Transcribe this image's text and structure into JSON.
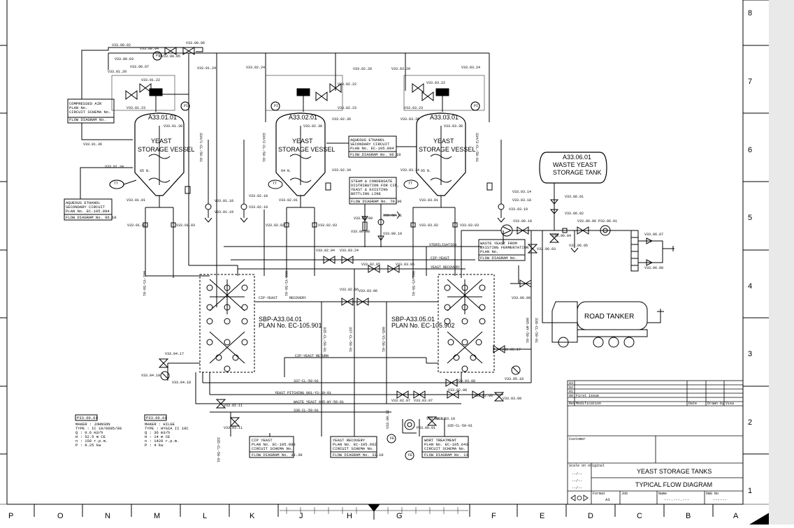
{
  "grid": {
    "rows": [
      "8",
      "7",
      "6",
      "5",
      "4",
      "3",
      "2",
      "1"
    ],
    "cols": [
      "P",
      "O",
      "N",
      "M",
      "L",
      "K",
      "J",
      "H",
      "G",
      "F",
      "E",
      "D",
      "C",
      "B",
      "A"
    ]
  },
  "vessels": [
    {
      "id": "A33.01.01",
      "name1": "YEAST",
      "name2": "STORAGE VESSEL",
      "temp": "65 N."
    },
    {
      "id": "A33.02.01",
      "name1": "YEAST",
      "name2": "STORAGE VESSEL",
      "temp": "64 N."
    },
    {
      "id": "A33.03.01",
      "name1": "YEAST",
      "name2": "STORAGE VESSEL",
      "temp": "65 N."
    }
  ],
  "waste_tank": {
    "id": "A33.06.01",
    "line1": "WASTE YEAST",
    "line2": "STORAGE TANK"
  },
  "road_tanker": {
    "label": "ROAD TANKER"
  },
  "boxes": {
    "compressed_air": [
      "COMPRESSED AIR",
      "PLAN No.",
      "CIRCUIT SCHEMA No.",
      "FLOW DIAGRAM No."
    ],
    "ethanol_left": [
      "AQUEOUS ETHANOL",
      "SECONDARY CIRCUIT",
      "PLAN No. EC-105.894",
      "FLOW DIAGRAM No. 96.10"
    ],
    "ethanol_center": [
      "AQUEOUS ETHANOL",
      "SECONDARY CIRCUIT",
      "PLAN No. EC-105.894",
      "FLOW DIAGRAM No. 96.10"
    ],
    "steam": [
      "STEAM & CONDENSATE",
      "DISTRIBUTION FOR CIP,",
      "YEAST & EXISTING",
      "BOTTLING LINE",
      "FLOW DIAGRAM No. 79.30"
    ],
    "waste_from_ferm": [
      "WASTE YEAST FROM",
      "EXISTING FERMENTATION",
      "PLAN No.",
      "FLOW DIAGRAM No."
    ],
    "cip_yeast": [
      "CIP YEAST",
      "PLAN No. EC-105.888",
      "CIRCUIT SCHEMA No.",
      "FLOW DIAGRAM No. 33.30"
    ],
    "yeast_recovery": [
      "YEAST RECOVERY",
      "PLAN No. EC-105.662",
      "CIRCUIT SCHEMA No.",
      "FLOW DIAGRAM No. 33.10"
    ],
    "wort_treatment": [
      "WORT TREATMENT",
      "PLAN No. EC-105.643",
      "CIRCUIT SCHEMA No.",
      "FLOW DIAGRAM No. 13"
    ]
  },
  "sbp": [
    {
      "line1": "SBP-A33.04.01",
      "line2": "PLAN No. EC-105.901"
    },
    {
      "line1": "SBP-A33.05.01",
      "line2": "PLAN No. EC-105.902"
    }
  ],
  "line_labels": {
    "cip_yeast": "CIP-YEAST",
    "recovery": "RECOVERY",
    "sterilisation": "STERILISATION",
    "cip_yeast2": "CIP-YEAST",
    "yeast_recovery": "YEAST RECOVERY",
    "cip_return": "CIP-YEAST RETURN",
    "l337": "337-CL-50-01",
    "pitching": "YEAST PITCHING 001-YS-50-01",
    "waste": "WASTE YEAST 005-WY-50-01",
    "l338": "338-CL-50-01",
    "l335": "335-CL-50-01"
  },
  "tags": {
    "v1": "V33.00.02",
    "v2": "V33.00.04",
    "v3": "V33.00.06",
    "v4": "V33.00.03",
    "v5": "PV33.00.05",
    "v6": "V33.00.07",
    "v10": "V33.01.20",
    "v11": "V33.01.22",
    "v12": "V33.01.24",
    "v13": "V33.01.23",
    "v14": "V33.01.36",
    "v15": "V33.01.34",
    "v16": "V33.01.01",
    "v17": "V33.01.02",
    "v18": "V33.01.03",
    "v19": "V33.01.18",
    "v20": "V33.01.19",
    "v21": "V33.02.24",
    "v22": "V33.02.20",
    "v23": "V33.02.22",
    "v24": "V33.02.23",
    "v25": "V33.02.36",
    "v26": "V33.02.34",
    "v27": "V33.02.01",
    "v28": "V33.02.02",
    "v29": "V33.02.03",
    "v30": "V33.02.18",
    "v31": "V33.02.19",
    "v32": "V33.03.20",
    "v33": "V33.03.22",
    "v34": "V33.03.24",
    "v35": "V33.03.23",
    "v36": "V33.03.36",
    "v37": "V33.03.34",
    "v38": "V33.03.01",
    "v39": "V33.03.02",
    "v40": "V33.03.03",
    "v41": "V33.03.14",
    "v42": "V33.03.18",
    "v43": "V33.03.19",
    "v44": "V33.06.01",
    "v45": "V33.06.02",
    "v46": "V33.06.10",
    "v47": "V33.06.06",
    "v48": "P33.06.01",
    "v49": "V33.06.07",
    "v50": "V33.06.08",
    "v51": "V33.06.05",
    "v52": "V33.06.04",
    "v53": "V33.06.03",
    "v54": "V33.06.09",
    "v55": "V33.00.09",
    "v56": "V33.00.11",
    "v57": "V33.00.08",
    "v58": "V33.00.10",
    "v59": "V33.02.04",
    "v60": "V33.03.24",
    "v61": "V33.02.05",
    "v62": "V33.03.05",
    "v63": "V33.02.06",
    "v64": "V33.03.06",
    "v65": "V33.04.17",
    "v66": "V33.04.19",
    "v67": "V33.04.18",
    "v68": "V33.05.17",
    "v69": "V33.05.18",
    "v70": "V33.03.08",
    "v71": "V33.02.08",
    "v72": "V33.02.09",
    "v73": "V33.03.09",
    "v74": "V33.02.07",
    "v75": "V33.03.07",
    "v76": "V33.02.11",
    "v77": "V33.03.11",
    "v78": "V33.00.12",
    "v79": "P33.00.01",
    "v80": "V33.00.13",
    "v81": "V33.03.10",
    "v82": "V33.01.38",
    "v83": "V33.02.38",
    "v84": "V33.03.38"
  },
  "pumps": [
    {
      "title": "P33.00.01",
      "lines": [
        "MAKER  : JOHNSON",
        "TYPE   : IC 10/0695/08",
        "Q      : 0.6  m3/h",
        "H      : 52.5 m CE",
        "n      : 150  r.p.m.",
        "P      : 0.25 kw"
      ]
    },
    {
      "title": "P33.06.01",
      "lines": [
        "MAKER  : HILGE",
        "TYPE   : HYGIA II 10C",
        "Q      : 36 m3/h",
        "H      : 14 m CE",
        "n      : 1420 r.p.m.",
        "P      : 4 kw"
      ]
    }
  ],
  "title_block": {
    "rev_rows": [
      "03",
      "02",
      "01",
      "00"
    ],
    "rev_head": [
      "Rev",
      "Modification",
      "Date",
      "Drawn by",
      "Visa"
    ],
    "first_issue": "First issue",
    "customer": "Customer",
    "title1": "YEAST STORAGE TANKS",
    "title2": "TYPICAL FLOW DIAGRAM",
    "scale_label": "Scale on original",
    "scale_vals": [
      "--/--",
      "--/--",
      "--/--"
    ],
    "format_label": "Format",
    "format": "A3",
    "job_label": "Job",
    "name_label": "Name",
    "name_val": "---.---.---",
    "dwg_label": "DWG No",
    "dwg_val": "------"
  }
}
